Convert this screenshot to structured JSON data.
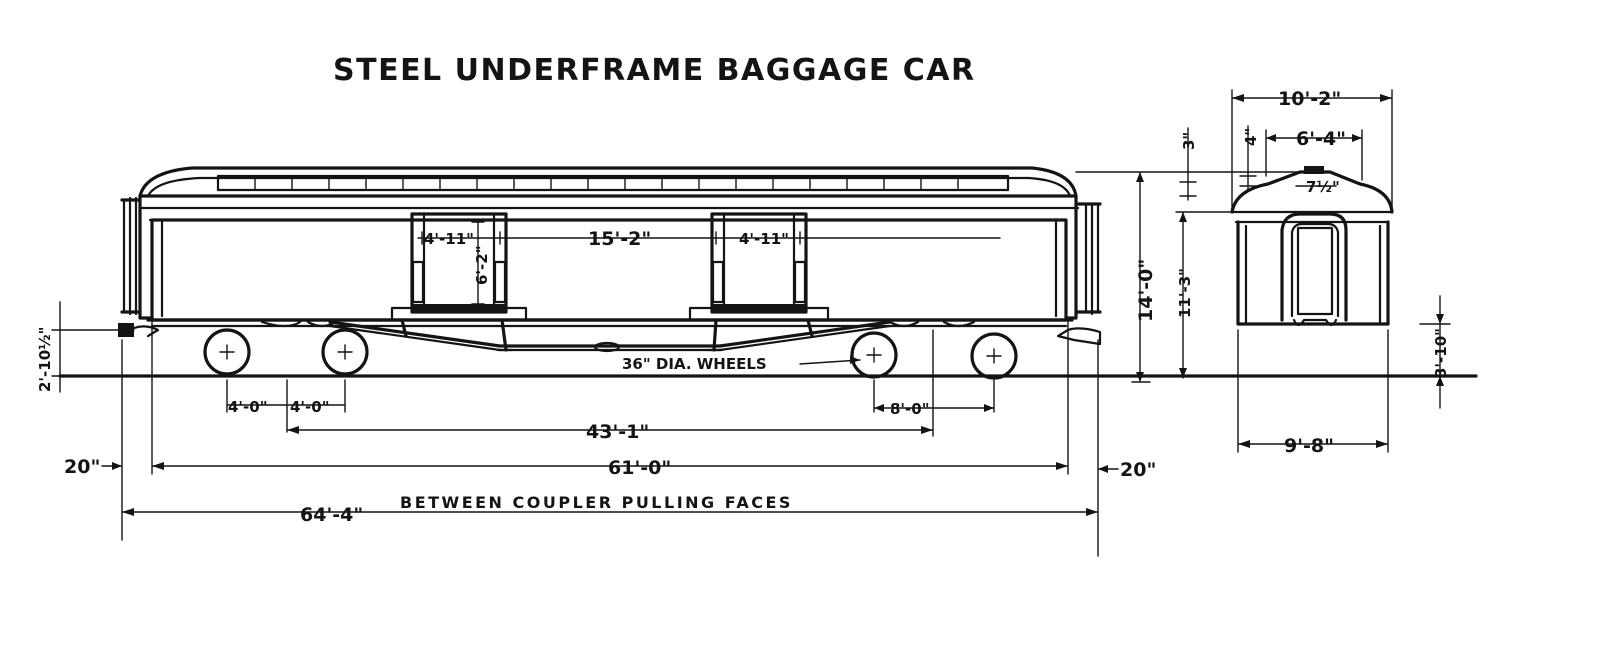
{
  "title": "STEEL UNDERFRAME BAGGAGE CAR",
  "dimensions": {
    "door_width_left": "4'-11\"",
    "door_spacing": "15'-2\"",
    "door_width_right": "4'-11\"",
    "door_height": "6'-2\"",
    "truck_wheelbase_left_a": "4'-0\"",
    "truck_wheelbase_left_b": "4'-0\"",
    "truck_wheelbase_right": "8'-0\"",
    "truck_centers": "43'-1\"",
    "body_length": "61'-0\"",
    "overhang_left": "20\"",
    "overhang_right": "20\"",
    "overall_length": "64'-4\"",
    "overall_length_note": "BETWEEN COUPLER PULLING FACES",
    "wheels": "36\" DIA. WHEELS",
    "coupler_height": "2'-10½\"",
    "height_to_roof": "14'-0\"",
    "height_to_eaves": "11'-3\"",
    "roof_clearance": "3\"",
    "end_width_top": "10'-2\"",
    "clerestory_width": "6'-4\"",
    "clerestory_height": "4\"",
    "roof_walk": "7½\"",
    "floor_height": "3'-10\"",
    "end_width_bottom": "9'-8\""
  }
}
